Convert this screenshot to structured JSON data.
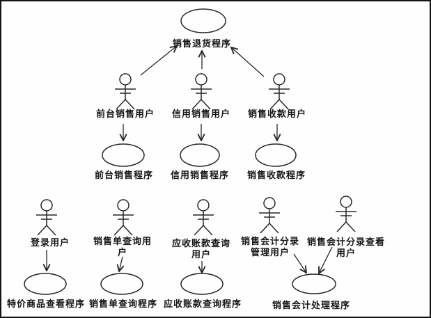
{
  "diagram": {
    "type": "uml-use-case",
    "stroke_color": "#262626",
    "background_color": "#fefefe"
  },
  "use_cases": {
    "sales_return": "销售退货程序",
    "front_desk_sales": "前台销售程序",
    "credit_sales": "信用销售程序",
    "sales_collection": "销售收款程序",
    "special_price_view": "特价商品查看程序",
    "sales_order_query": "销售单查询程序",
    "accounts_receivable_query": "应收账款查询程序",
    "sales_accounting_processing": "销售会计处理程序"
  },
  "actors": {
    "front_desk_sales_user": "前台销售用户",
    "credit_sales_user": "信用销售用户",
    "sales_collection_user": "销售收款用户",
    "login_user": "登录用户",
    "sales_order_query_user": "销售单查询用\n户",
    "accounts_receivable_query_user": "应收账款查询\n用户",
    "sales_accounting_entry_mgmt_user": "销售会计分录\n管理用户",
    "sales_accounting_entry_view_user": "销售会计分录查看用户"
  }
}
